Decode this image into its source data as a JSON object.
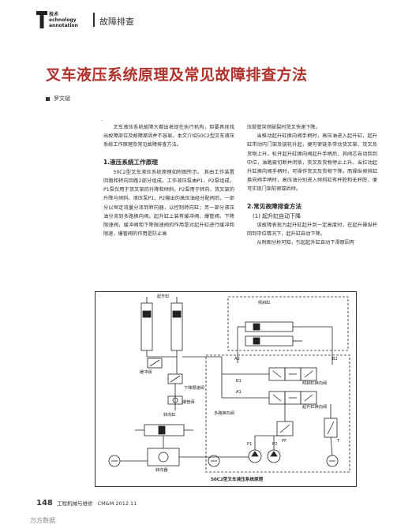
{
  "header": {
    "logo_line1": "技术",
    "logo_line2": "echnology",
    "logo_line3": "annotation",
    "section": "故障排查"
  },
  "article": {
    "title": "叉车液压系统原理及常见故障排查方法",
    "author": "罗文斌",
    "dot": "·",
    "left_col": {
      "p1": "叉车液压系统故障大都出表现在执行机构，但要具体找出故障部位及故障原因并不容易，本文介绍50C2型叉车液压系统工作原理及常见故障排查方法。",
      "h1": "1.液压系统工作原理",
      "p2": "50C2型叉车液压系统原理如附图所示。 其由工作装置回路和转向回路2部分组成。工作液压泵由P1、P2泵组成，P1泵仅用于货叉架的升降和倾斜，P2泵用于转向、货叉架的升降与倾斜。液压泵P1、P2输出的高压油经分配阀后，一部分以恒定流量分流到转向器，以控制转向缸；另一部分液压油分流到多路换向阀。起升缸上装有缓冲阀、爆管阀、下降限速阀，缓冲阀和下降限速阀的作用是对起升缸进行缓冲和限速，爆管阀的作用是防止高"
    },
    "right_col": {
      "p1": "压胶管突然破裂时货叉快速下降。",
      "p2": "当推动起升缸换向阀手柄时，高压油进入起升缸，起升缸带动内门架及链轮升起，便可使链条带动货叉架、货叉及货物上升。松开起升缸换向阀起升手柄后，其阀芯自动回到中位，油路被切断并闭锁，货叉及货物停止上升。当拉动起升缸换向阀手柄时，可操作货叉及货物下降。而操纵倾斜缸换向阀手柄时，高压油分别进入倾斜缸有杆腔和无杆腔，便可实现门架前倾或后倾。",
      "h1": "2.常见故障排查方法",
      "h2": "(1) 起升缸自动下降",
      "p3": "该故障表现为起升缸起升到一定高度时，在起升操纵杆回到中位情况下，起升缸自动下降。",
      "p4": "从附图分析可知，引起起升缸自动下滑原因有"
    }
  },
  "diagram": {
    "labels": {
      "lift_cyl": "起升缸",
      "tilt_cyl": "倾斜缸",
      "buffer_valve": "缓冲阀",
      "burst_valve": "爆管阀",
      "speed_valve": "下降限速阀",
      "steer_cyl": "转向缸",
      "steer_unit": "转向器",
      "multi_valve": "多路换向阀",
      "tilt_valve": "倾斜缸换向阀",
      "lift_valve": "起升缸换向阀",
      "A2": "A2",
      "B2": "B2",
      "A1": "A1",
      "B1": "B1",
      "PF": "PF",
      "T": "T",
      "P1": "P1",
      "P2": "P2"
    },
    "caption": "50C2型叉车液压系统原理"
  },
  "footer": {
    "page": "148",
    "journal": "工程机械与维修",
    "issue": "CM&M 2012.11"
  },
  "watermark": "万方数据"
}
